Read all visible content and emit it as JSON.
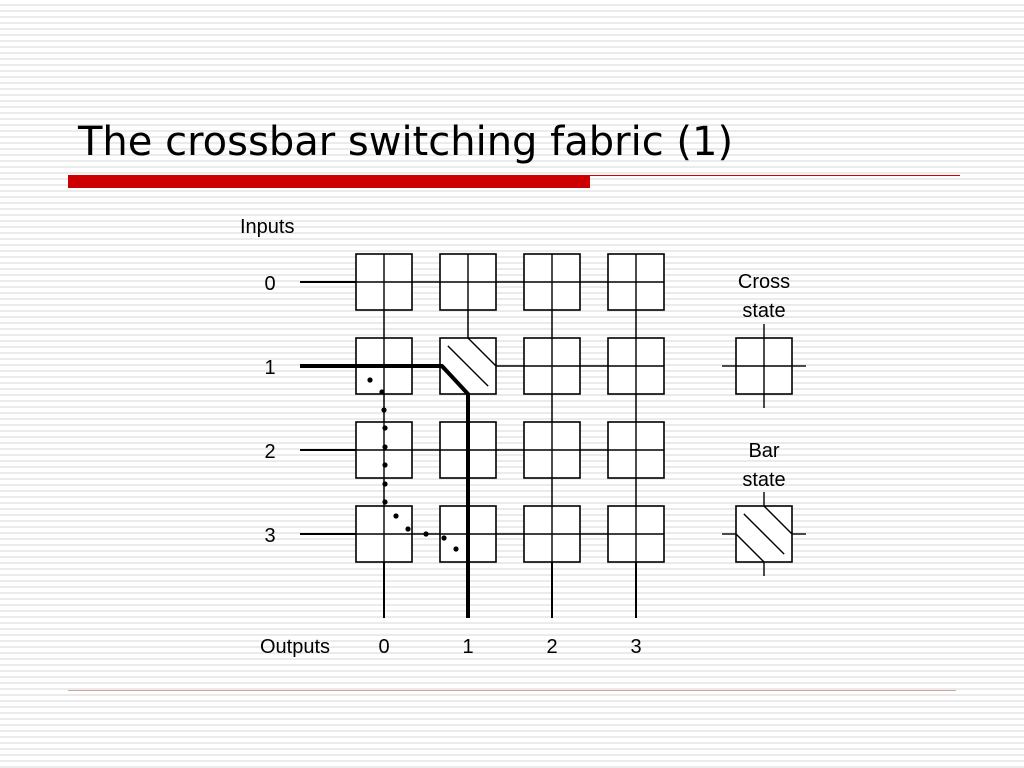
{
  "slide": {
    "title": "The crossbar switching fabric (1)",
    "accent_color": "#cc0000",
    "rule_color": "#d4a0a0"
  },
  "diagram": {
    "inputs_label": "Inputs",
    "outputs_label": "Outputs",
    "input_numbers": [
      "0",
      "1",
      "2",
      "3"
    ],
    "output_numbers": [
      "0",
      "1",
      "2",
      "3"
    ],
    "legend": {
      "cross_label_line1": "Cross",
      "cross_label_line2": "state",
      "bar_label_line1": "Bar",
      "bar_label_line2": "state"
    }
  }
}
